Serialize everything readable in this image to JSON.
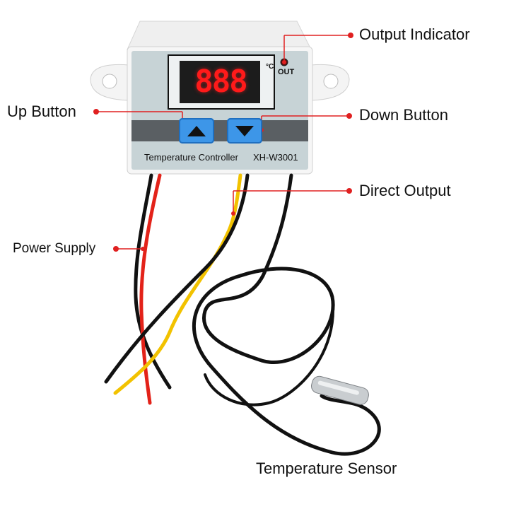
{
  "device": {
    "display_value": "888",
    "unit": "°C",
    "out_label": "OUT",
    "panel_name": "Temperature Controller",
    "model": "XH-W3001"
  },
  "callouts": {
    "output_indicator": "Output Indicator",
    "up_button": "Up Button",
    "down_button": "Down Button",
    "direct_output": "Direct Output",
    "power_supply": "Power Supply",
    "temperature_sensor": "Temperature Sensor"
  },
  "colors": {
    "callout_dot": "#e02020",
    "led_digit": "#ff1a1a",
    "button_blue": "#3d96e8",
    "wire_red": "#e32219",
    "wire_yellow": "#f2c200",
    "wire_black": "#111111"
  }
}
